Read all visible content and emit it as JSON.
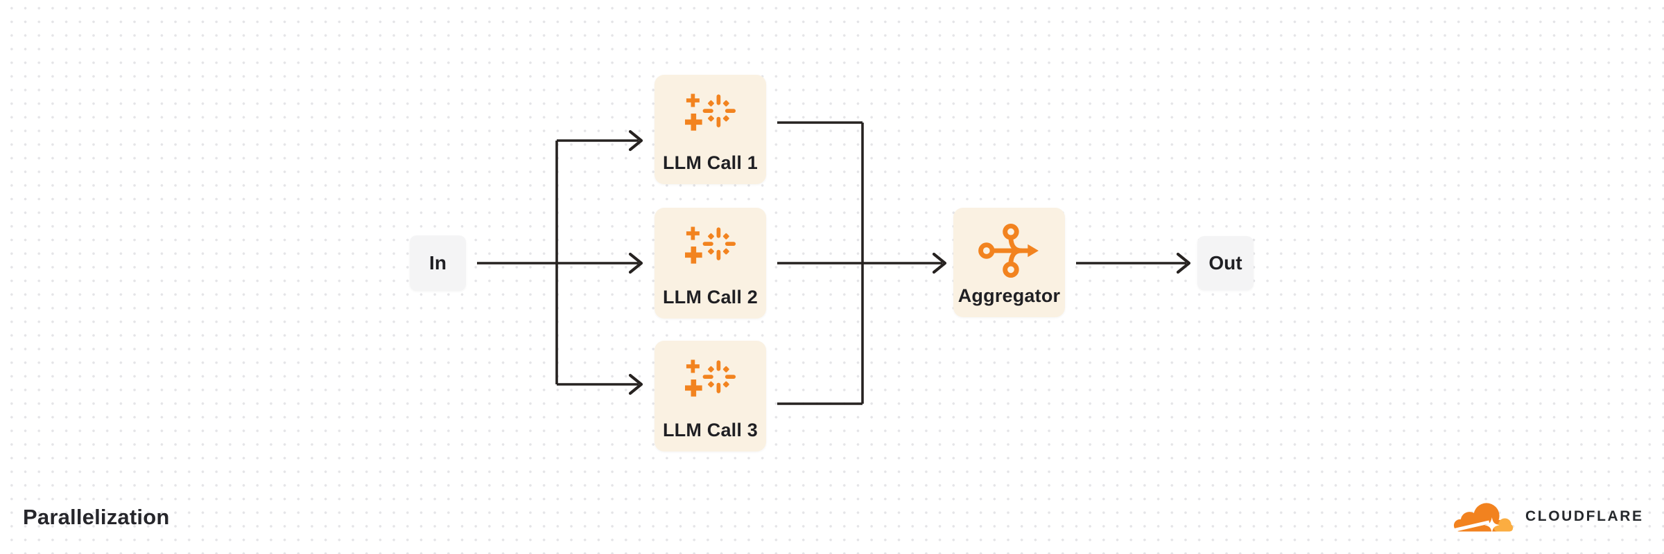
{
  "diagram": {
    "title": "Parallelization",
    "nodes": {
      "in": {
        "label": "In"
      },
      "llm_call_1": {
        "label": "LLM Call 1",
        "icon": "sparkle-icon"
      },
      "llm_call_2": {
        "label": "LLM Call 2",
        "icon": "sparkle-icon"
      },
      "llm_call_3": {
        "label": "LLM Call 3",
        "icon": "sparkle-icon"
      },
      "aggregator": {
        "label": "Aggregator",
        "icon": "merge-arrow-icon"
      },
      "out": {
        "label": "Out"
      }
    },
    "edges": [
      "in -> llm_call_1",
      "in -> llm_call_2",
      "in -> llm_call_3",
      "llm_call_1 -> aggregator",
      "llm_call_2 -> aggregator",
      "llm_call_3 -> aggregator",
      "aggregator -> out"
    ]
  },
  "brand": {
    "wordmark": "CLOUDFLARE"
  },
  "colors": {
    "accent_orange": "#f2831f",
    "accent_orange_light": "#fbad41",
    "node_cream_bg": "#faf1e2",
    "node_gray_bg": "#f4f4f5",
    "edge_line": "#262220",
    "text_dark": "#1f1f23",
    "dot_grid": "#e4e4e7"
  }
}
